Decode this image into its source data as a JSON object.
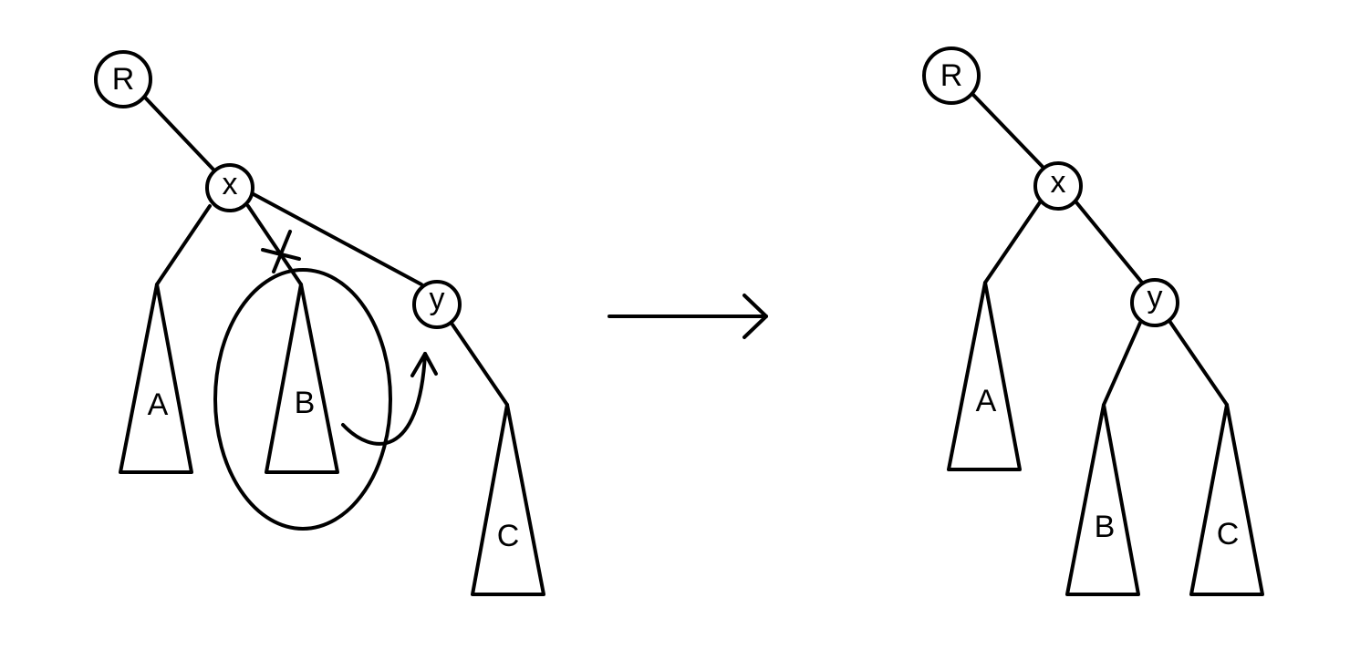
{
  "before_tree": {
    "nodes": {
      "root": "R",
      "x": "x",
      "y": "y"
    },
    "subtrees": {
      "a": "A",
      "b": "B",
      "c": "C"
    }
  },
  "after_tree": {
    "nodes": {
      "root": "R",
      "x": "x",
      "y": "y"
    },
    "subtrees": {
      "a": "A",
      "b": "B",
      "c": "C"
    }
  },
  "colors": {
    "ink": "#000000",
    "background": "#ffffff"
  }
}
